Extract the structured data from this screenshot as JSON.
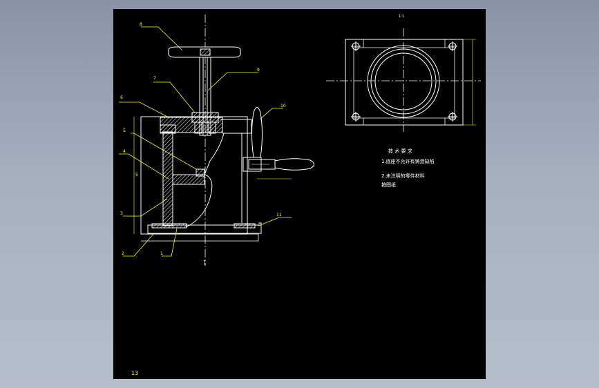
{
  "app": {
    "title": "CAD drawing viewer"
  },
  "drawing": {
    "part_numbers": {
      "p1": "1",
      "p2": "2",
      "p3": "3",
      "p4": "4",
      "p5": "5",
      "p6": "6",
      "p7": "7",
      "p8": "8",
      "p9": "9",
      "p10": "10",
      "p11": "11"
    },
    "dim_vertical": "5",
    "section_label": "1",
    "plan_view_title": "1:1",
    "tech_requirements": {
      "title": "技 术 要 求",
      "line1": "1.底座不允许有铸造缺陷",
      "line2a": "2.未注明的零件材料",
      "line2b": "按图纸"
    },
    "sheet_number": "13"
  },
  "colors": {
    "background": "#000000",
    "outline": "#ffffff",
    "leader": "#ffff00",
    "text": "#ffffff",
    "centerline": "#ffffff"
  }
}
